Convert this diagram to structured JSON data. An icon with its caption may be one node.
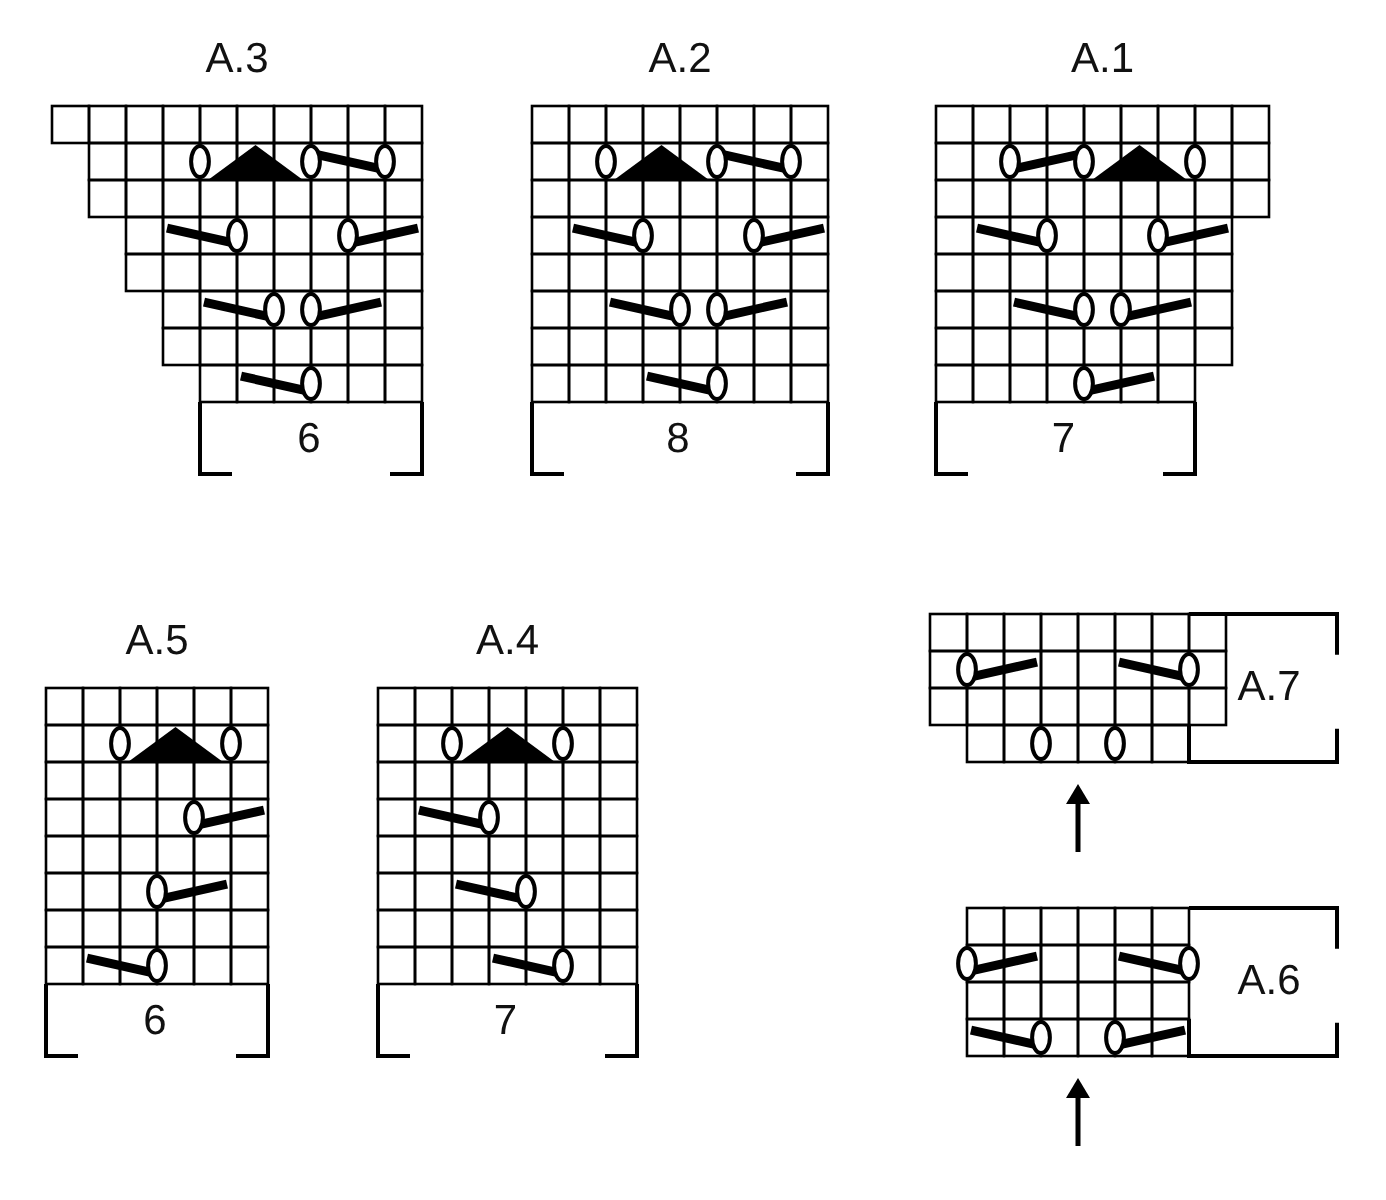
{
  "diagram": {
    "nodes": [
      {
        "text": [
          "A.3",
          "6"
        ]
      },
      {
        "text": [
          "A.2",
          "8"
        ]
      },
      {
        "text": [
          "A.1",
          "7"
        ]
      },
      {
        "text": [
          "A.5",
          "6"
        ]
      },
      {
        "text": [
          "A.4",
          "7"
        ]
      },
      {
        "text": [
          "A.7"
        ]
      },
      {
        "text": [
          "A.6"
        ]
      }
    ]
  }
}
